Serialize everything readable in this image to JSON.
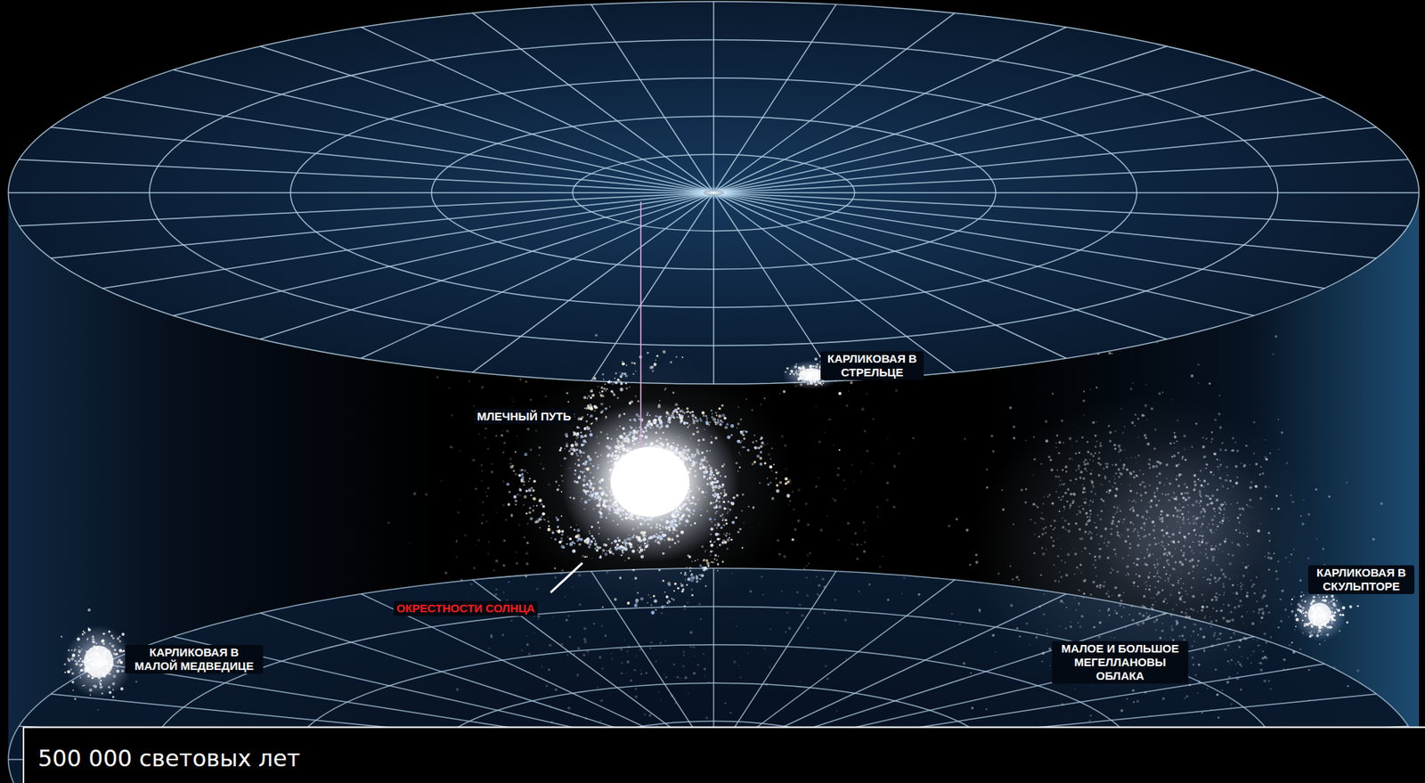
{
  "diagram": {
    "labels": [
      "КАРЛИКОВАЯ В СТРЕЛЬЦЕ",
      "МЛЕЧНЫЙ ПУТЬ",
      "ОКРЕСТНОСТИ СОЛНЦА",
      "КАРЛИКОВАЯ В СКУЛЬПТОРЕ",
      "МАЛОЕ И БОЛЬШОЕ МЕГЕЛЛАНОВЫ ОБЛАКА",
      "КАРЛИКОВАЯ В МАЛОЙ МЕДВЕДИЦЕ",
      "500 000 световых лет"
    ]
  }
}
